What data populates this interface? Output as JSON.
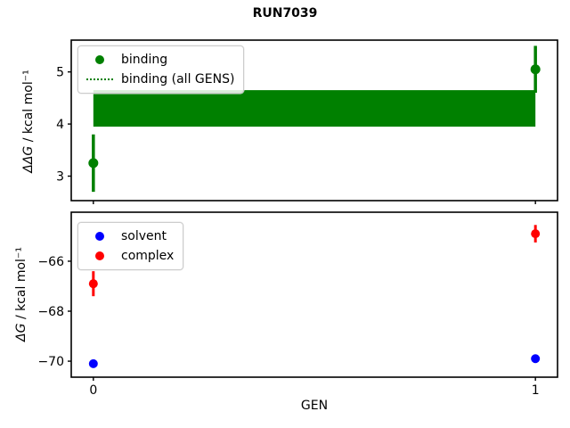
{
  "title": "RUN7039",
  "xlabel": "GEN",
  "colors": {
    "binding": "#008000",
    "solvent": "#0000ff",
    "complex": "#ff0000",
    "axis": "#000000",
    "legend_border": "#cccccc"
  },
  "chart_data": [
    {
      "type": "scatter",
      "name": "binding-free-energy-per-gen",
      "ylabel_math": "ΔΔG",
      "ylabel_units": " / kcal mol⁻¹",
      "x_values": [
        0,
        1
      ],
      "series": [
        {
          "name": "binding",
          "color": "#008000",
          "marker": "circle",
          "y": [
            3.25,
            5.05
          ],
          "yerr": [
            0.55,
            0.45
          ]
        }
      ],
      "band": {
        "name": "binding (all GENS)",
        "color": "#008000",
        "x_range": [
          0,
          1
        ],
        "y_low": 3.95,
        "y_high": 4.65,
        "y_center": 4.3
      },
      "legend": [
        {
          "label": "binding",
          "glyph": "dot",
          "color_key": "binding"
        },
        {
          "label": "binding (all GENS)",
          "glyph": "dotted-line",
          "color_key": "binding"
        }
      ],
      "legend_position": "upper-left",
      "ylim": [
        2.53,
        5.61
      ],
      "yticks": [
        5,
        4,
        3
      ],
      "ytick_labels": [
        "5",
        "4",
        "3"
      ],
      "xlim": [
        -0.05,
        1.05
      ],
      "xticks": [
        0,
        1
      ],
      "xtick_labels": [
        "0",
        "1"
      ],
      "show_xtick_labels": false,
      "grid": false
    },
    {
      "type": "scatter",
      "name": "component-free-energy-per-gen",
      "ylabel_math": "ΔG",
      "ylabel_units": " / kcal mol⁻¹",
      "x_values": [
        0,
        1
      ],
      "series": [
        {
          "name": "solvent",
          "color": "#0000ff",
          "marker": "circle",
          "y": [
            -70.1,
            -69.9
          ],
          "yerr": [
            0.1,
            0.1
          ]
        },
        {
          "name": "complex",
          "color": "#ff0000",
          "marker": "circle",
          "y": [
            -66.9,
            -64.9
          ],
          "yerr": [
            0.5,
            0.35
          ]
        }
      ],
      "legend": [
        {
          "label": "solvent",
          "glyph": "dot",
          "color_key": "solvent"
        },
        {
          "label": "complex",
          "glyph": "dot",
          "color_key": "complex"
        }
      ],
      "legend_position": "upper-left",
      "ylim": [
        -70.64,
        -64.04
      ],
      "yticks": [
        -66,
        -68,
        -70
      ],
      "ytick_labels": [
        "−66",
        "−68",
        "−70"
      ],
      "xlim": [
        -0.05,
        1.05
      ],
      "xticks": [
        0,
        1
      ],
      "xtick_labels": [
        "0",
        "1"
      ],
      "show_xtick_labels": true,
      "grid": false
    }
  ]
}
